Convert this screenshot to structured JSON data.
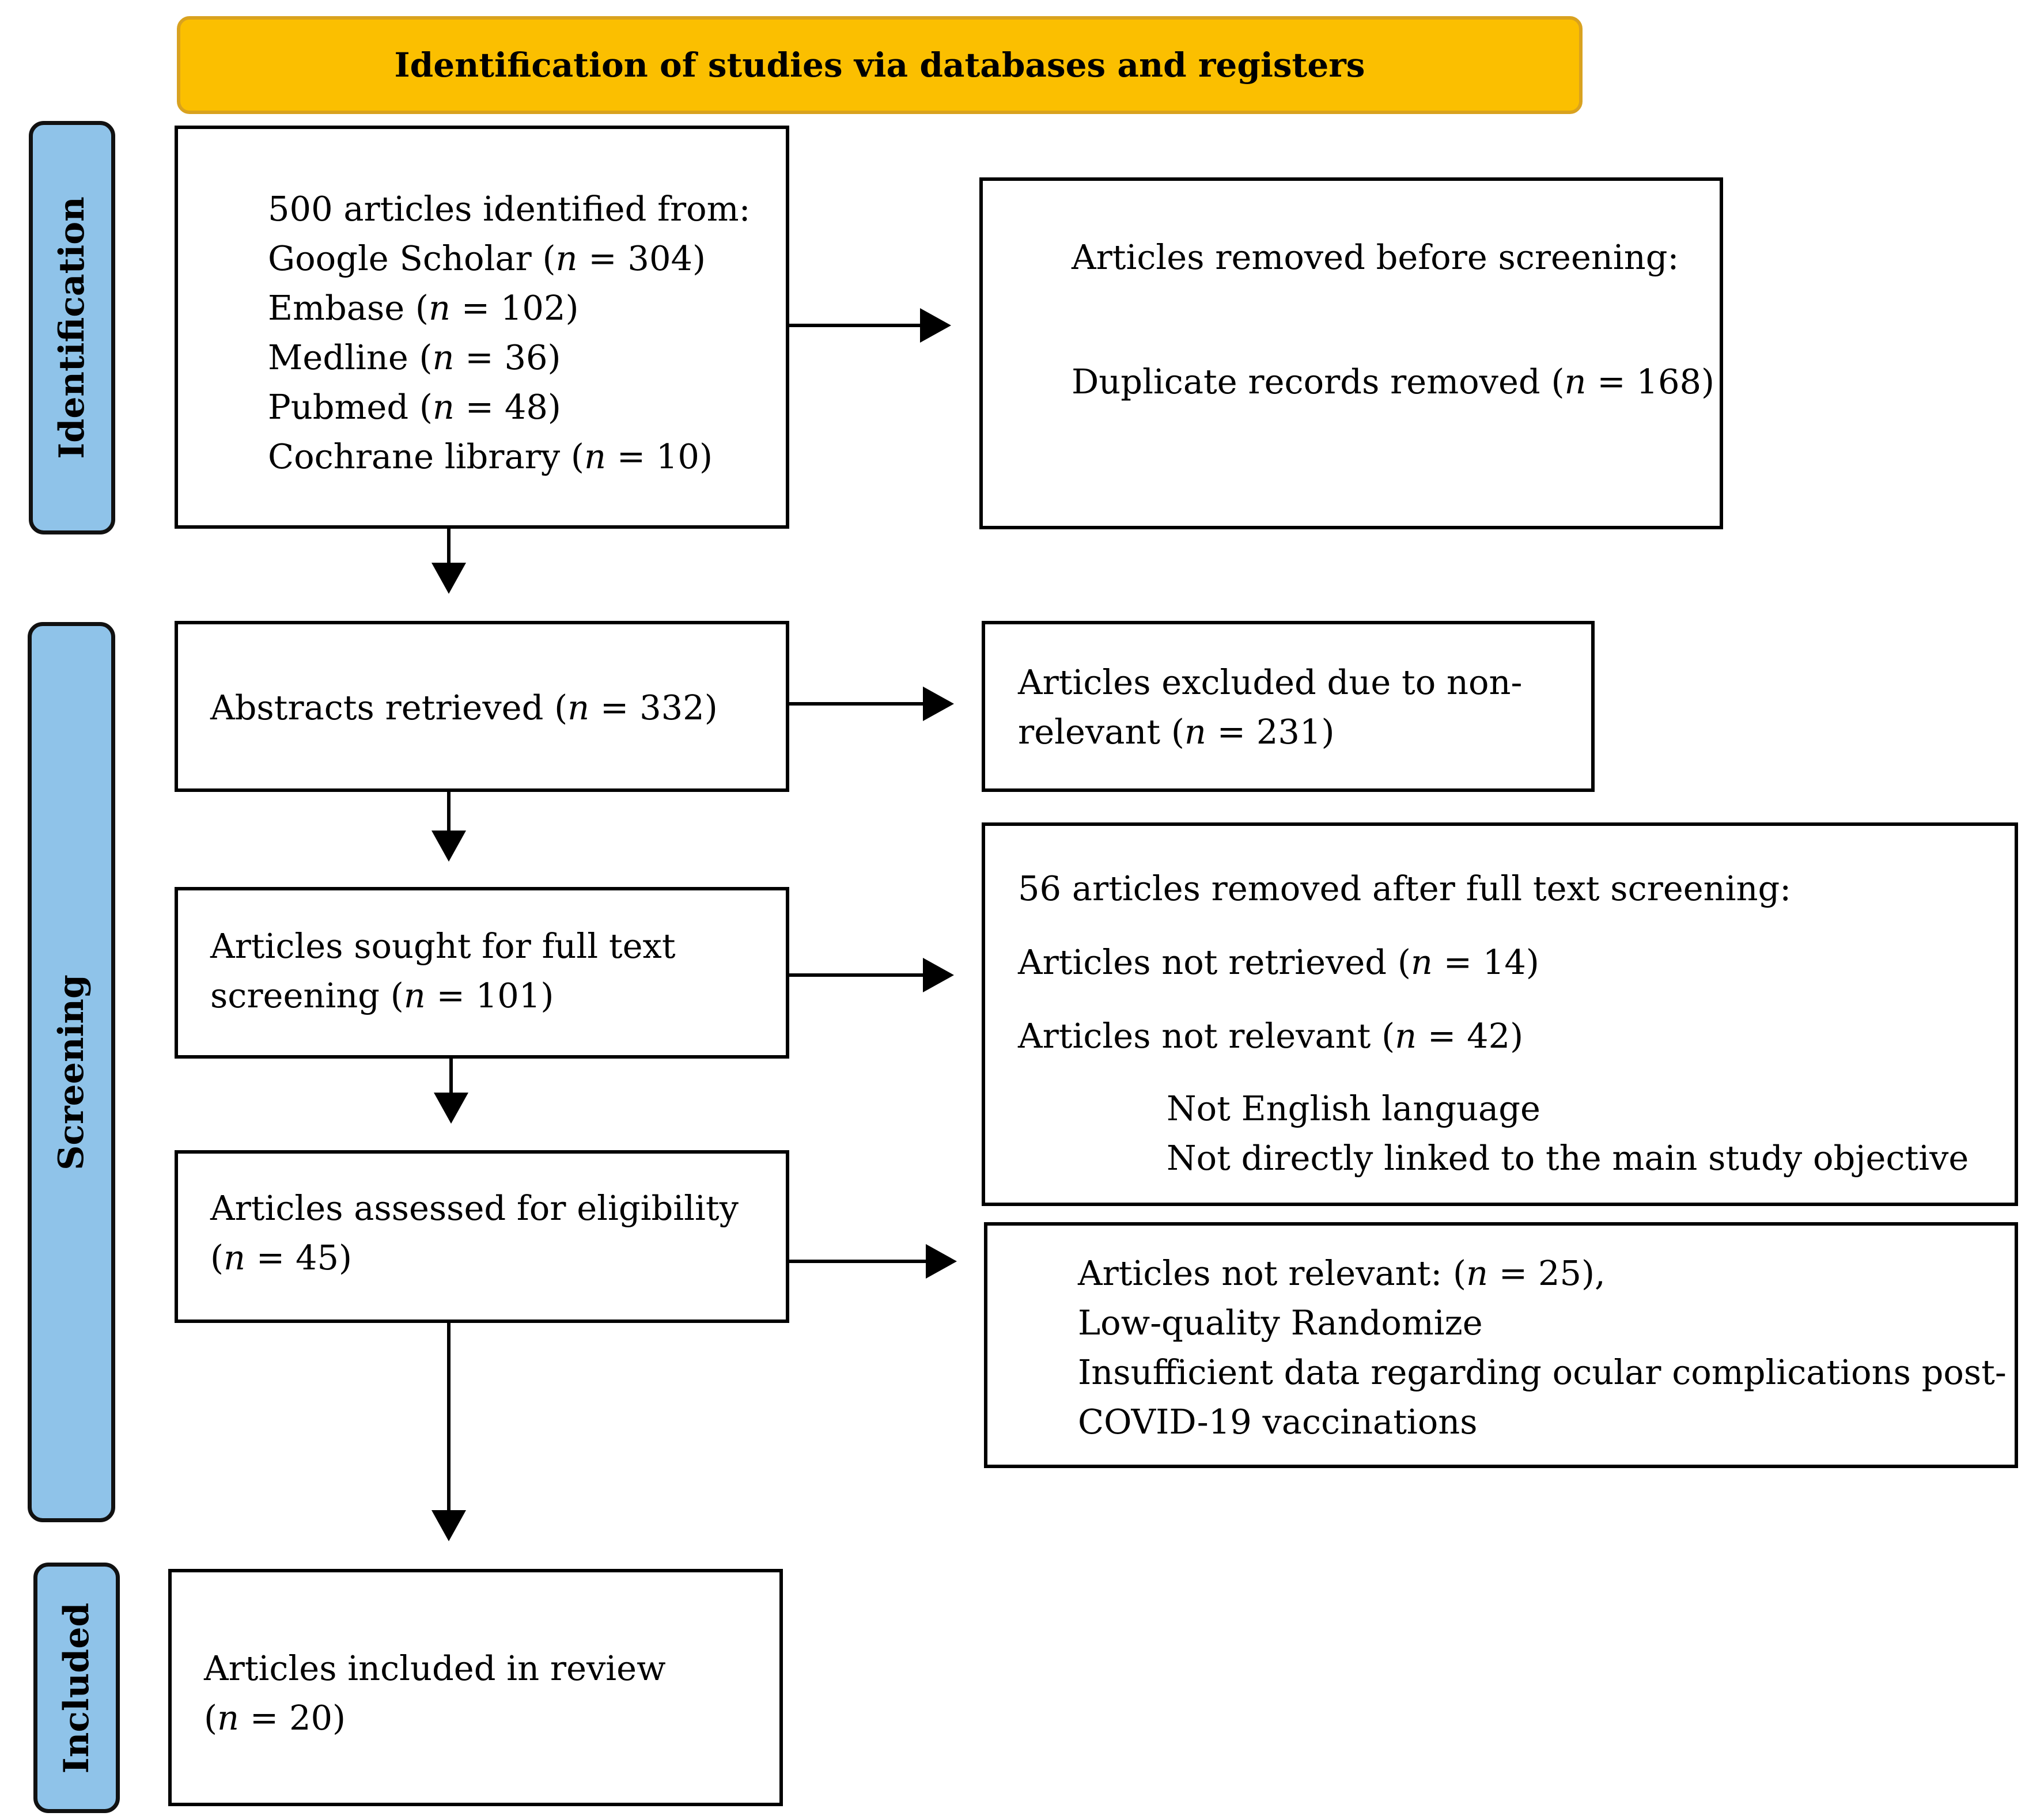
{
  "header": {
    "title": "Identification of studies via databases and registers"
  },
  "phases": {
    "identification": "Identification",
    "screening": "Screening",
    "included": "Included"
  },
  "identified": {
    "total": "500 articles identified from:",
    "sources": [
      {
        "name": "Google Scholar (",
        "n": "n",
        "value": " = 304)"
      },
      {
        "name": "Embase (",
        "n": "n",
        "value": " = 102)"
      },
      {
        "name": "Medline (",
        "n": "n",
        "value": " = 36)"
      },
      {
        "name": "Pubmed (",
        "n": "n",
        "value": " = 48)"
      },
      {
        "name": "Cochrane library (",
        "n": "n",
        "value": " = 10)"
      }
    ]
  },
  "removed_before": {
    "title": "Articles removed before screening:",
    "dup_pre": "Duplicate records removed (",
    "n": "n",
    "dup_post": " = 168)"
  },
  "abstracts": {
    "pre": "Abstracts retrieved (",
    "n": "n",
    "post": " = 332)"
  },
  "excluded_nonrelevant": {
    "line1": "Articles excluded due to non-",
    "line2_pre": "relevant (",
    "n": "n",
    "line2_post": " = 231)"
  },
  "fulltext": {
    "line1": "Articles sought for full text",
    "line2_pre": "screening (",
    "n": "n",
    "line2_post": " = 101)"
  },
  "removed_fulltext": {
    "title": "56 articles removed after full text screening:",
    "not_retrieved_pre": "Articles not retrieved (",
    "not_retrieved_n": "n",
    "not_retrieved_post": " = 14)",
    "not_relevant_pre": "Articles not relevant (",
    "not_relevant_n": "n",
    "not_relevant_post": " = 42)",
    "reason1": "Not English language",
    "reason2": "Not directly linked to the main study objective"
  },
  "eligibility": {
    "line1": "Articles assessed for eligibility",
    "line2_pre": "(",
    "n": "n",
    "line2_post": " = 45)"
  },
  "excluded_eligibility": {
    "line1_pre": "Articles not relevant: (",
    "n": "n",
    "line1_post": " = 25),",
    "line2": "Low-quality Randomize",
    "line3": "Insufficient data regarding ocular complications post-",
    "line4": "COVID-19 vaccinations"
  },
  "included": {
    "line1": "Articles included in review",
    "line2_pre": "(",
    "n": "n",
    "line2_post": " = 20)"
  }
}
